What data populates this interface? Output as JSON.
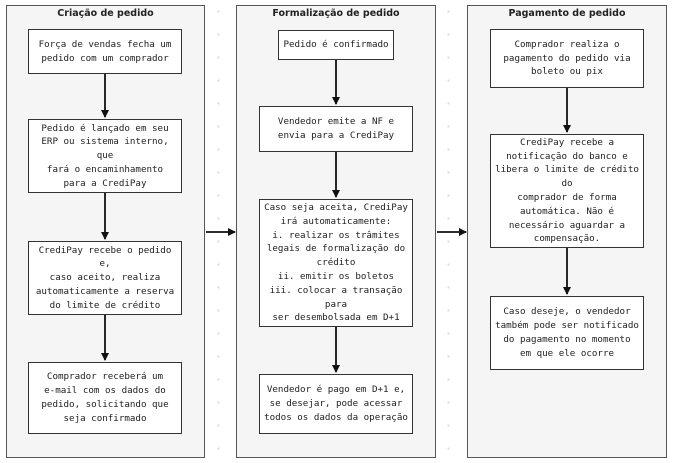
{
  "lanes": [
    {
      "title": "Criação de pedido",
      "steps": [
        "Força de vendas fecha um\npedido com um comprador",
        "Pedido é lançado em seu\nERP ou sistema interno, que\nfará o encaminhamento\npara a CrediPay",
        "CrediPay recebe o pedido e,\ncaso aceito, realiza\nautomaticamente a reserva\ndo limite de crédito",
        "Comprador receberá um\ne-mail com os dados do\npedido, solicitando que\nseja confirmado"
      ]
    },
    {
      "title": "Formalização de pedido",
      "steps": [
        "Pedido é confirmado",
        "Vendedor emite a NF e\nenvia para a CrediPay",
        "Caso seja aceita, CrediPay\nirá automaticamente:\ni. realizar os trâmites\nlegais de formalização do\ncrédito\nii. emitir os boletos\niii. colocar a transação para\nser desembolsada em D+1",
        "Vendedor é pago em D+1 e,\nse desejar, pode acessar\ntodos os dados da operação"
      ]
    },
    {
      "title": "Pagamento de pedido",
      "steps": [
        "Comprador realiza o\npagamento do pedido via\nboleto ou pix",
        "CrediPay recebe a\nnotificação do banco e\nlibera o limite de crédito do\ncomprador de forma\nautomática. Não é\nnecessário aguardar a\ncompensação.",
        "Caso deseje, o vendedor\ntambém pode ser notificado\ndo pagamento no momento\nem que ele ocorre"
      ]
    }
  ]
}
